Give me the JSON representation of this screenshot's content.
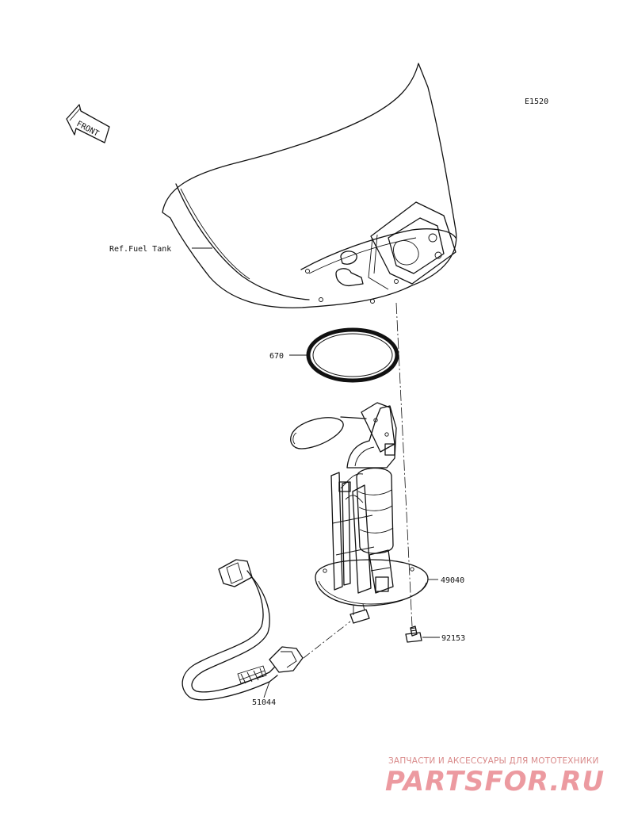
{
  "diagram_code": "E1520",
  "front_arrow_text": "FRONT",
  "labels": {
    "fuel_tank": "Ref.Fuel Tank",
    "gasket": "670",
    "pump_assembly": "49040",
    "bolt": "92153",
    "hose": "51044"
  },
  "watermark": {
    "caption": "ЗАПЧАСТИ И АКСЕССУАРЫ ДЛЯ МОТОТЕХНИКИ",
    "logo": "PARTSFOR.RU"
  }
}
